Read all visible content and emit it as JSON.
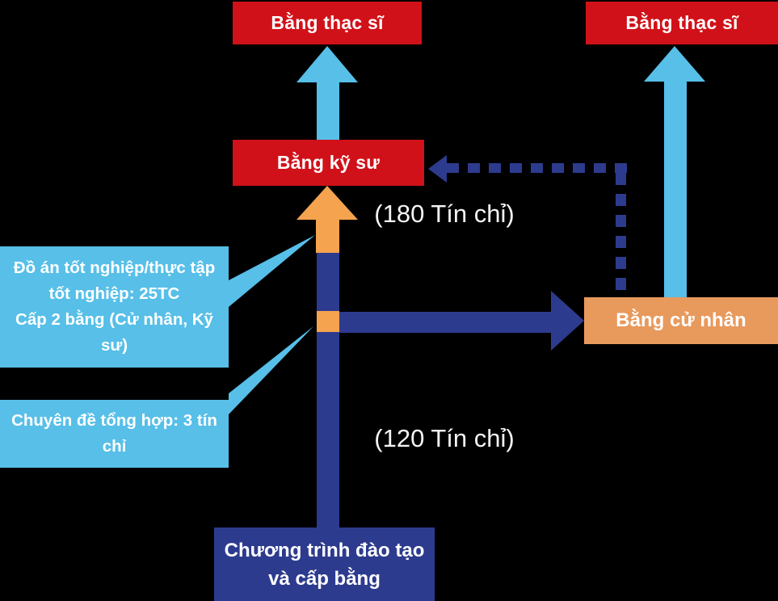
{
  "diagram": {
    "background": "#000000",
    "colors": {
      "red": "#d11119",
      "navy": "#2d3b8e",
      "light_blue": "#57bfe8",
      "orange_arrow": "#f5a34f",
      "orange_box": "#e8995c",
      "text_on_boxes": "#ffffff"
    },
    "nodes": {
      "master_left": {
        "label": "Bằng thạc sĩ"
      },
      "master_right": {
        "label": "Bằng thạc sĩ"
      },
      "engineer": {
        "label": "Bằng kỹ sư"
      },
      "bachelor": {
        "label": "Bằng cử nhân"
      },
      "program": {
        "lines": [
          "Chương trình đào tạo",
          "và cấp bằng"
        ]
      }
    },
    "callouts": {
      "thesis": {
        "lines": [
          "Đồ án tốt nghiệp/thực tập",
          "tốt nghiệp: 25TC",
          "Cấp 2 bằng (Cử nhân, Kỹ",
          "sư)"
        ]
      },
      "seminar": {
        "lines": [
          "Chuyên đề tổng hợp: 3 tín",
          "chỉ"
        ]
      }
    },
    "annotations": {
      "credits_180": "(180 Tín chỉ)",
      "credits_120": "(120 Tín chỉ)"
    },
    "arrows": [
      {
        "name": "arrow-engineer-to-master",
        "style": "solid",
        "color": "light_blue"
      },
      {
        "name": "arrow-bachelor-to-master",
        "style": "solid",
        "color": "light_blue"
      },
      {
        "name": "arrow-program-to-engineer",
        "style": "solid",
        "color": "orange_arrow"
      },
      {
        "name": "arrow-trunk-to-bachelor",
        "style": "solid",
        "color": "navy"
      },
      {
        "name": "dashed-arrow-bachelor-to-engineer",
        "style": "dashed",
        "color": "navy"
      }
    ]
  }
}
